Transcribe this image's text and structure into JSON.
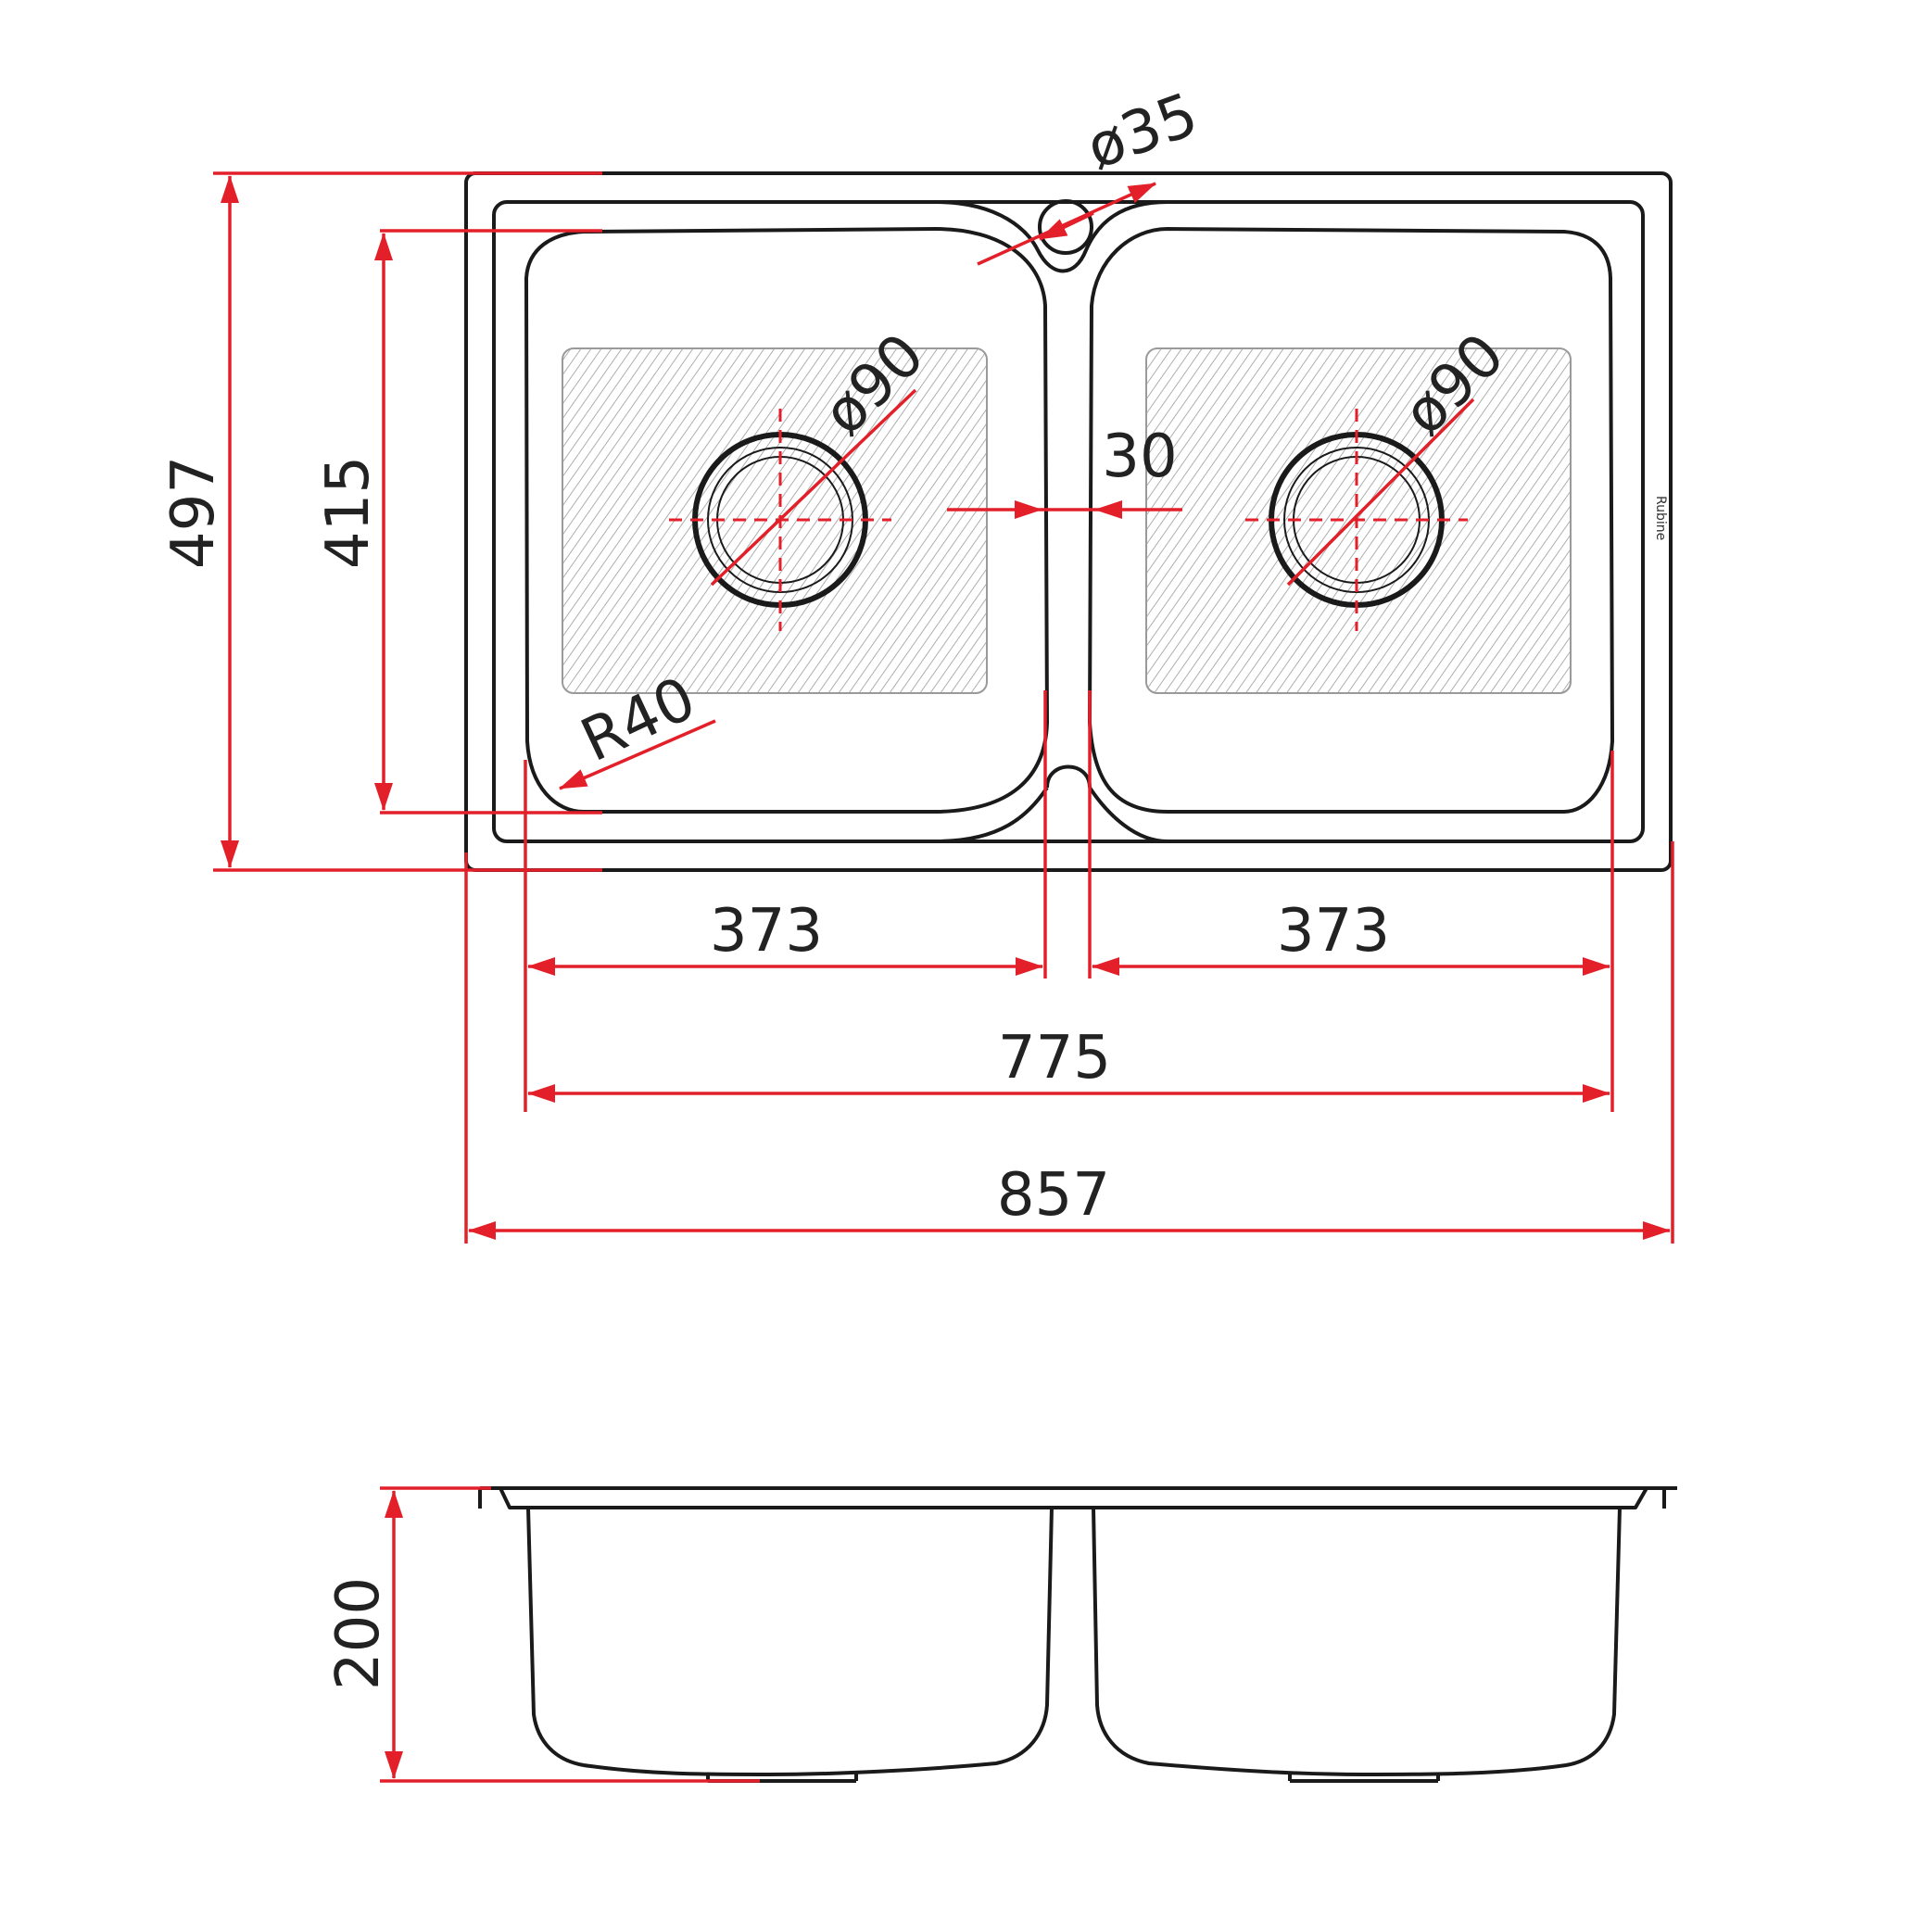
{
  "colors": {
    "outline": "#1a1a1a",
    "dimension": "#e3202a",
    "text": "#222222",
    "hatch": "#9a9a9a"
  },
  "plan_view": {
    "brand_mark": "Rubine",
    "dimensions": {
      "overall_depth": "497",
      "bowl_depth": "415",
      "tap_hole_diameter": "ø35",
      "left_waste_diameter": "ø90",
      "right_waste_diameter": "ø90",
      "bowl_gap": "30",
      "corner_radius": "R40",
      "left_bowl_width": "373",
      "right_bowl_width": "373",
      "bowls_total_width": "775",
      "overall_width": "857"
    }
  },
  "side_view": {
    "dimensions": {
      "bowl_height": "200"
    }
  }
}
